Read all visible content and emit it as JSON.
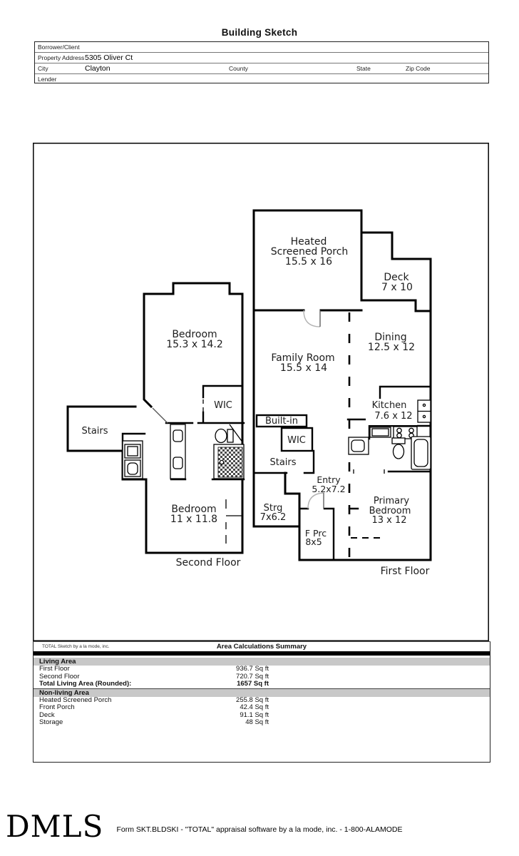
{
  "title": "Building Sketch",
  "form": {
    "rows": {
      "borrower": {
        "label": "Borrower/Client",
        "value": ""
      },
      "address": {
        "label": "Property Address",
        "value": "5305 Oliver Ct"
      },
      "city": {
        "label": "City",
        "value": "Clayton"
      },
      "county": {
        "label": "County"
      },
      "state": {
        "label": "State"
      },
      "zip": {
        "label": "Zip Code"
      },
      "lender": {
        "label": "Lender",
        "value": ""
      }
    }
  },
  "plan": {
    "first_floor": {
      "heated_porch": [
        "Heated",
        "Screened Porch",
        "15.5 x 16"
      ],
      "deck": [
        "Deck",
        "7 x 10"
      ],
      "dining": [
        "Dining",
        "12.5 x 12"
      ],
      "family_room": [
        "Family Room",
        "15.5 x 14"
      ],
      "kitchen": [
        "Kitchen",
        "7.6 x 12"
      ],
      "built_in": "Built-in",
      "wic": "WIC",
      "stairs": "Stairs",
      "entry": [
        "Entry",
        "5.2x7.2"
      ],
      "storage": [
        "Strg",
        "7x6.2"
      ],
      "front_porch": [
        "F Prc",
        "8x5"
      ],
      "primary_bedroom": [
        "Primary",
        "Bedroom",
        "13 x 12"
      ],
      "caption": "First Floor"
    },
    "second_floor": {
      "bedroom_large": [
        "Bedroom",
        "15.3 x 14.2"
      ],
      "wic": "WIC",
      "stairs": "Stairs",
      "bedroom_small": [
        "Bedroom",
        "11 x 11.8"
      ],
      "caption": "Second Floor"
    }
  },
  "summary": {
    "attribution": "TOTAL Sketch by a la mode, inc.",
    "title": "Area Calculations Summary",
    "living_header": "Living Area",
    "living_rows": [
      {
        "label": "First Floor",
        "value": "936.7 Sq ft"
      },
      {
        "label": "Second Floor",
        "value": "720.7 Sq ft"
      }
    ],
    "total_row": {
      "label": "Total Living Area (Rounded):",
      "value": "1657 Sq ft"
    },
    "nonliving_header": "Non-living Area",
    "nonliving_rows": [
      {
        "label": "Heated Screened Porch",
        "value": "255.8 Sq ft"
      },
      {
        "label": "Front Porch",
        "value": "42.4 Sq ft"
      },
      {
        "label": "Deck",
        "value": "91.1 Sq ft"
      },
      {
        "label": "Storage",
        "value": "48 Sq ft"
      }
    ]
  },
  "footer": {
    "logo": "DMLS",
    "text": "Form SKT.BLDSKI - \"TOTAL\" appraisal software by a la mode, inc. - 1-800-ALAMODE"
  }
}
